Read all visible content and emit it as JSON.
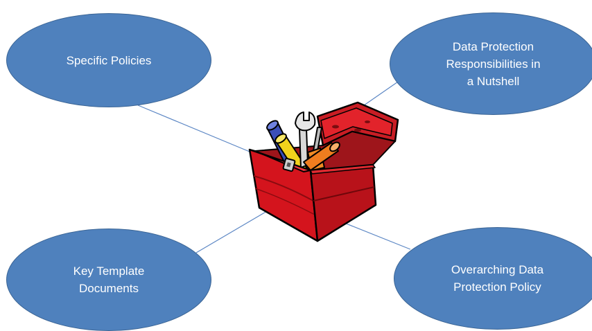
{
  "nodes": {
    "specific_policies": "Specific Policies",
    "responsibilities": "Data Protection\nResponsibilities in\na Nutshell",
    "key_templates": "Key Template\nDocuments",
    "overarching_policy": "Overarching Data\nProtection Policy"
  },
  "colors": {
    "node_fill": "#4f81bd",
    "node_border": "#3a6494",
    "connector": "#5b86c4",
    "toolbox_red": "#e2232b"
  },
  "icons": {
    "center": "toolbox-icon"
  }
}
